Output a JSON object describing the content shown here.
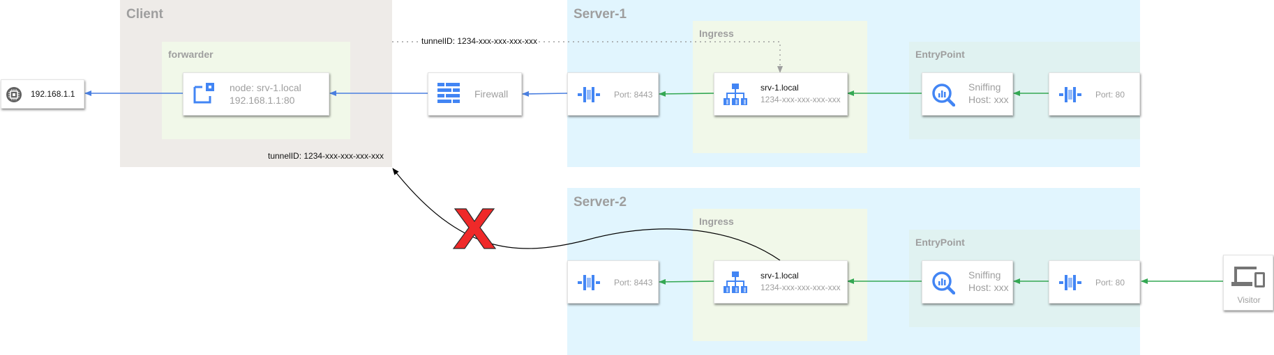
{
  "colors": {
    "client_bg": "#eeebe8",
    "forwarder_bg": "#f1f8e9",
    "server_bg": "#e1f5fe",
    "ingress_bg": "#f1f8e9",
    "entrypoint_bg": "#e0f2f1",
    "blue_arrow": "#4a7fe0",
    "green_arrow": "#34a853",
    "icon_blue": "#4285f4",
    "cross_red": "#ef2929"
  },
  "groups": {
    "client": "Client",
    "forwarder": "forwarder",
    "server1": "Server-1",
    "ingress1": "Ingress",
    "entrypoint1": "EntryPoint",
    "server2": "Server-2",
    "ingress2": "Ingress",
    "entrypoint2": "EntryPoint"
  },
  "nodes": {
    "ip": {
      "label": "192.168.1.1",
      "icon": "chip-icon"
    },
    "node": {
      "line1": "node: srv-1.local",
      "line2": "192.168.1.1:80",
      "icon": "compute-node-icon"
    },
    "firewall": {
      "label": "Firewall",
      "icon": "firewall-icon"
    },
    "s1_port8443": {
      "label": "Port: 8443",
      "icon": "port-icon"
    },
    "s1_srv": {
      "line1": "srv-1.local",
      "line2": "1234-xxx-xxx-xxx-xxx",
      "icon": "load-balancer-icon"
    },
    "s1_sniff": {
      "line1": "Sniffing",
      "line2": "Host: xxx",
      "icon": "sniffing-icon"
    },
    "s1_port80": {
      "label": "Port: 80",
      "icon": "port-icon"
    },
    "s2_port8443": {
      "label": "Port: 8443",
      "icon": "port-icon"
    },
    "s2_srv": {
      "line1": "srv-1.local",
      "line2": "1234-xxx-xxx-xxx-xxx",
      "icon": "load-balancer-icon"
    },
    "s2_sniff": {
      "line1": "Sniffing",
      "line2": "Host: xxx",
      "icon": "sniffing-icon"
    },
    "s2_port80": {
      "label": "Port: 80",
      "icon": "port-icon"
    },
    "visitor": {
      "label": "Visitor",
      "icon": "devices-icon"
    }
  },
  "edge_labels": {
    "tunnel_top": "tunnelID: 1234-xxx-xxx-xxx-xxx",
    "tunnel_client": "tunnelID: 1234-xxx-xxx-xxx-xxx"
  }
}
